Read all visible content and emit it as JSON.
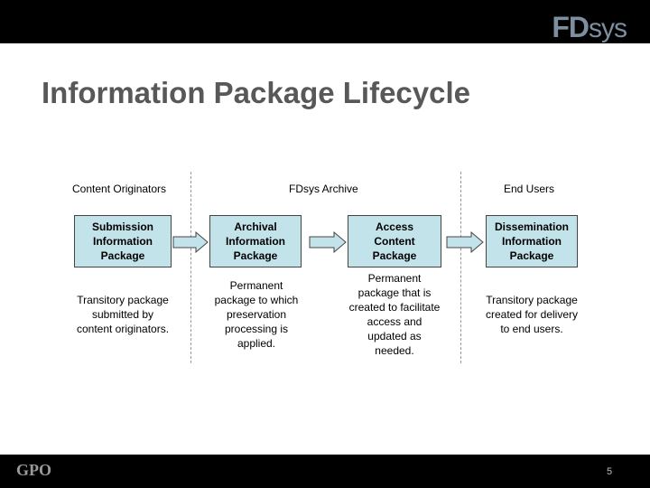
{
  "header": {
    "logo_main": "FD",
    "logo_suffix": "sys"
  },
  "slide": {
    "title": "Information Package Lifecycle"
  },
  "columns": [
    {
      "header": "Content Originators"
    },
    {
      "header": "FDsys Archive"
    },
    {
      "header": "End Users"
    }
  ],
  "packages": [
    {
      "lines": [
        "Submission",
        "Information",
        "Package"
      ],
      "description": [
        "Transitory package",
        "submitted by",
        "content originators."
      ]
    },
    {
      "lines": [
        "Archival",
        "Information",
        "Package"
      ],
      "description": [
        "Permanent",
        "package to which",
        "preservation",
        "processing is",
        "applied."
      ]
    },
    {
      "lines": [
        "Access",
        "Content",
        "Package"
      ],
      "description": [
        "Permanent",
        "package that is",
        "created to facilitate",
        "access and",
        "updated as",
        "needed."
      ]
    },
    {
      "lines": [
        "Dissemination",
        "Information",
        "Package"
      ],
      "description": [
        "Transitory package",
        "created for delivery",
        "to end users."
      ]
    }
  ],
  "footer": {
    "logo": "GPO",
    "page_number": "5"
  },
  "colors": {
    "box_fill": "#c3e3ea",
    "arrow_fill": "#c3e3ea",
    "title": "#585858",
    "bars": "#000000"
  }
}
